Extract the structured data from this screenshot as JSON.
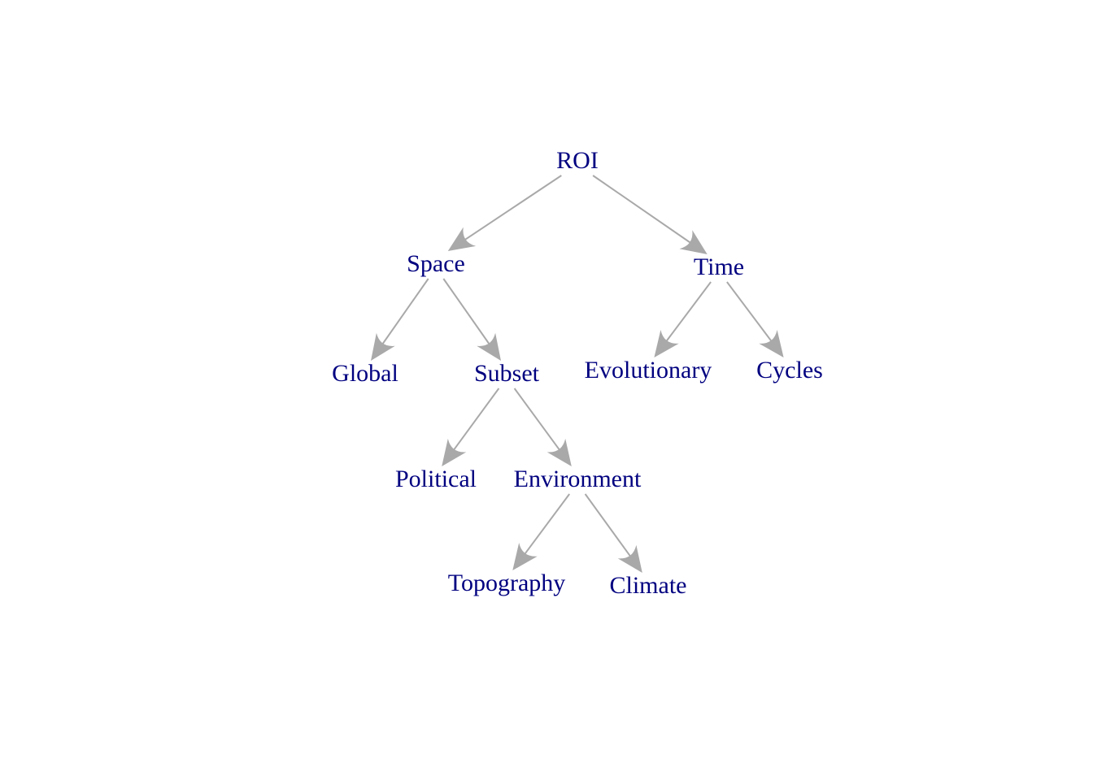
{
  "colors": {
    "node_text": "#000080",
    "edge": "#A9A9A9",
    "background": "#FFFFFF"
  },
  "nodes": [
    {
      "id": "roi",
      "label": "ROI"
    },
    {
      "id": "space",
      "label": "Space"
    },
    {
      "id": "time",
      "label": "Time"
    },
    {
      "id": "global",
      "label": "Global"
    },
    {
      "id": "subset",
      "label": "Subset"
    },
    {
      "id": "evolutionary",
      "label": "Evolutionary"
    },
    {
      "id": "cycles",
      "label": "Cycles"
    },
    {
      "id": "political",
      "label": "Political"
    },
    {
      "id": "environment",
      "label": "Environment"
    },
    {
      "id": "topography",
      "label": "Topography"
    },
    {
      "id": "climate",
      "label": "Climate"
    }
  ],
  "edges": [
    {
      "from": "roi",
      "to": "space"
    },
    {
      "from": "roi",
      "to": "time"
    },
    {
      "from": "space",
      "to": "global"
    },
    {
      "from": "space",
      "to": "subset"
    },
    {
      "from": "time",
      "to": "evolutionary"
    },
    {
      "from": "time",
      "to": "cycles"
    },
    {
      "from": "subset",
      "to": "political"
    },
    {
      "from": "subset",
      "to": "environment"
    },
    {
      "from": "environment",
      "to": "topography"
    },
    {
      "from": "environment",
      "to": "climate"
    }
  ]
}
